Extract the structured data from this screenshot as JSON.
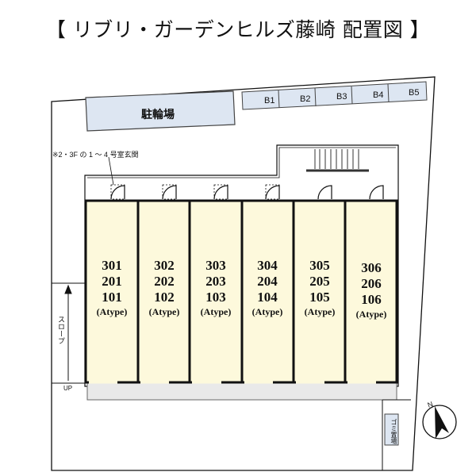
{
  "title": "【 リブリ・ガーデンヒルズ藤崎 配置図 】",
  "site": {
    "bicycle_parking_label": "駐輪場",
    "bike_bays": [
      "B1",
      "B2",
      "B3",
      "B4",
      "B5"
    ],
    "entrance_note": "※2・3F の 1 ～ 4 号室玄関",
    "slope_label": "スロープ",
    "up_label": "UP",
    "garbage_label": "ゴミ置場",
    "north_label": "N"
  },
  "units": [
    {
      "floor3": "301",
      "floor2": "201",
      "floor1": "101",
      "type": "(Atype)"
    },
    {
      "floor3": "302",
      "floor2": "202",
      "floor1": "102",
      "type": "(Atype)"
    },
    {
      "floor3": "303",
      "floor2": "203",
      "floor1": "103",
      "type": "(Atype)"
    },
    {
      "floor3": "304",
      "floor2": "204",
      "floor1": "104",
      "type": "(Atype)"
    },
    {
      "floor3": "305",
      "floor2": "205",
      "floor1": "105",
      "type": "(Atype)"
    },
    {
      "floor3": "306",
      "floor2": "206",
      "floor1": "106",
      "type": "(Atype)"
    }
  ],
  "colors": {
    "unit_fill": "#fdf9dc",
    "parking_fill": "#dde6f2",
    "corridor_fill": "#e9e9e9",
    "line": "#111111"
  }
}
